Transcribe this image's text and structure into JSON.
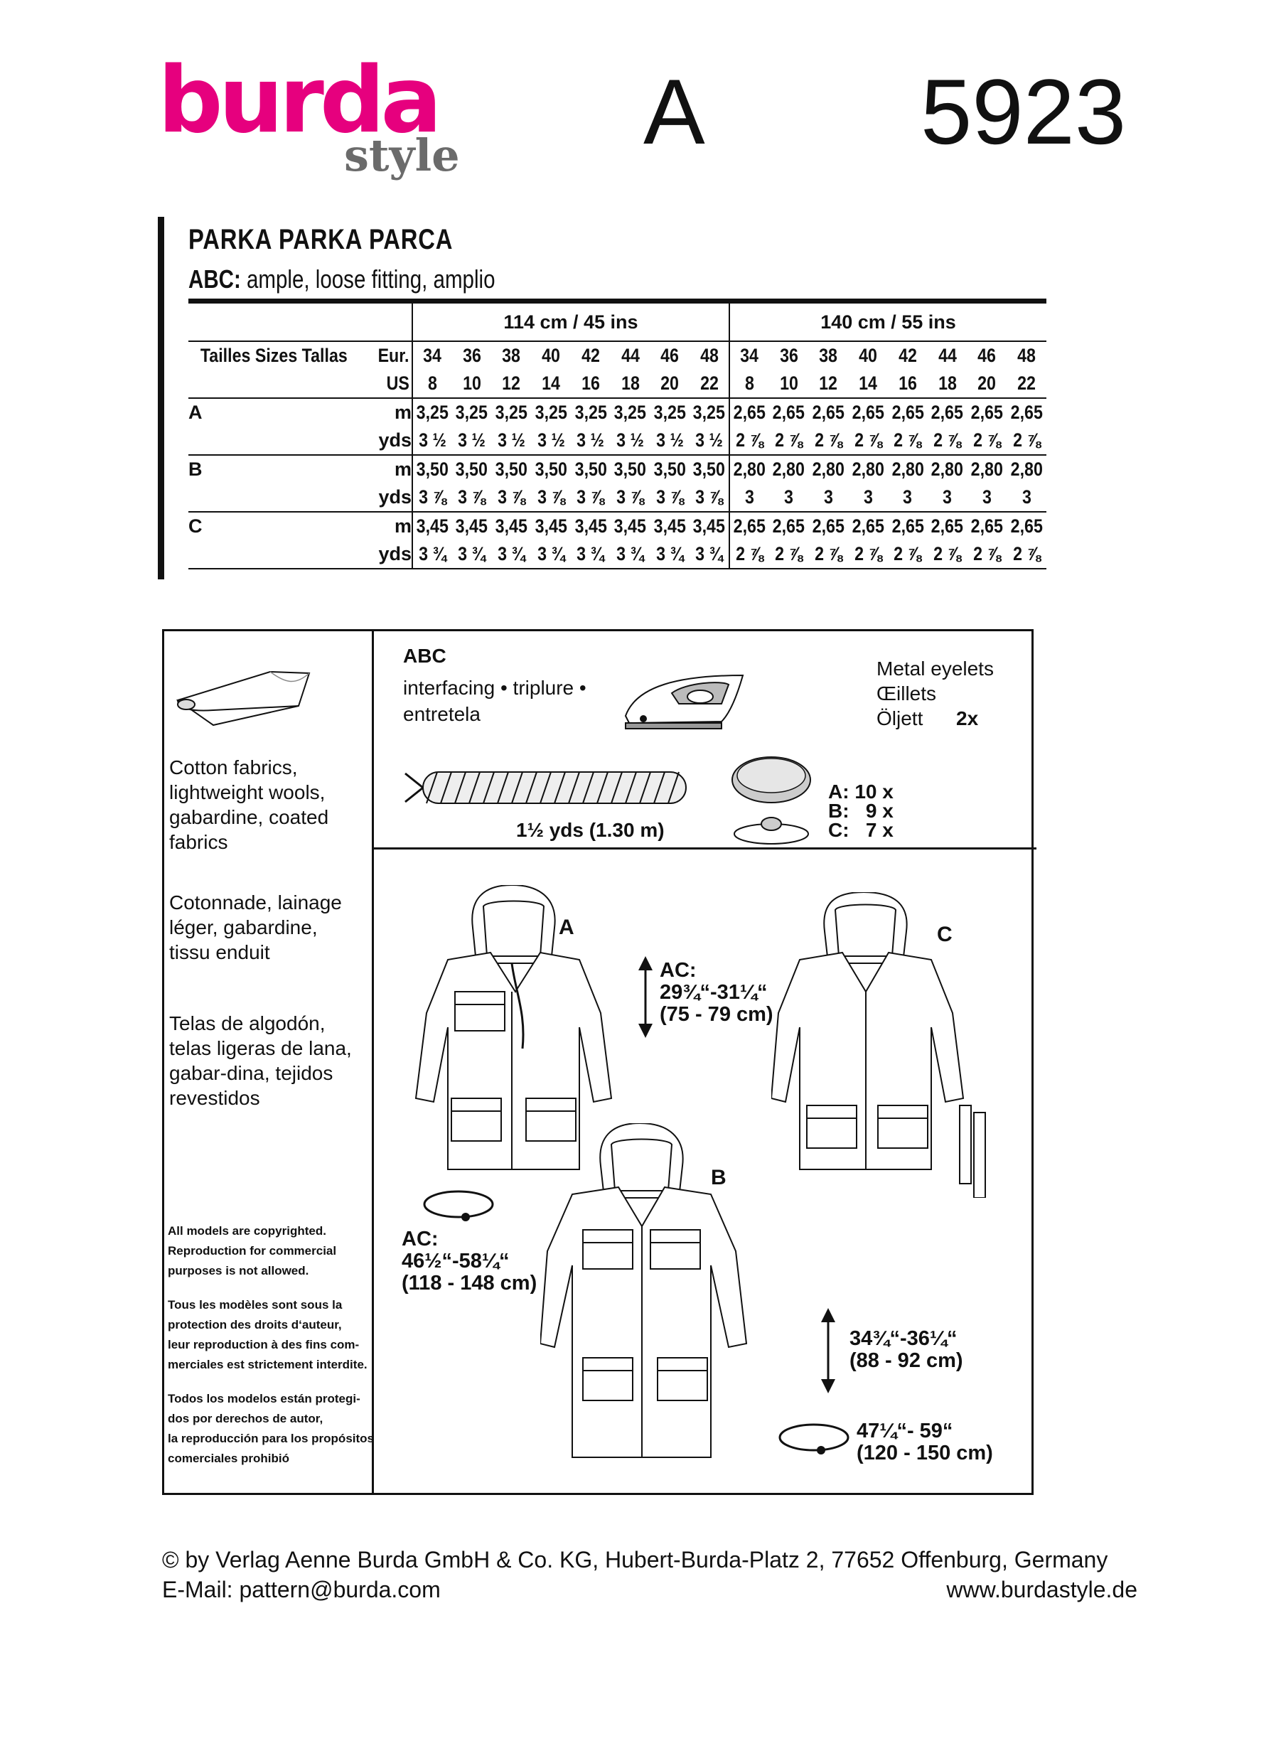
{
  "header": {
    "logo_main": "burda",
    "logo_sub": "style",
    "view_letter": "A",
    "pattern_number": "5923"
  },
  "title": "PARKA  PARKA  PARCA",
  "subtitle_prefix": "ABC:",
  "subtitle_text": " ample, loose fitting, amplio",
  "fabric_table": {
    "widths": [
      "114 cm / 45 ins",
      "140 cm / 55 ins"
    ],
    "sizes_label": "Tailles  Sizes  Tallas",
    "eur_label": "Eur.",
    "us_label": "US",
    "eur_sizes": [
      "34",
      "36",
      "38",
      "40",
      "42",
      "44",
      "46",
      "48",
      "34",
      "36",
      "38",
      "40",
      "42",
      "44",
      "46",
      "48"
    ],
    "us_sizes": [
      "8",
      "10",
      "12",
      "14",
      "16",
      "18",
      "20",
      "22",
      "8",
      "10",
      "12",
      "14",
      "16",
      "18",
      "20",
      "22"
    ],
    "rows": [
      {
        "view": "A",
        "m": [
          "3,25",
          "3,25",
          "3,25",
          "3,25",
          "3,25",
          "3,25",
          "3,25",
          "3,25",
          "2,65",
          "2,65",
          "2,65",
          "2,65",
          "2,65",
          "2,65",
          "2,65",
          "2,65"
        ],
        "yds": [
          "3 ½",
          "3 ½",
          "3 ½",
          "3 ½",
          "3 ½",
          "3 ½",
          "3 ½",
          "3 ½",
          "2 ⅞",
          "2 ⅞",
          "2 ⅞",
          "2 ⅞",
          "2 ⅞",
          "2 ⅞",
          "2 ⅞",
          "2 ⅞"
        ]
      },
      {
        "view": "B",
        "m": [
          "3,50",
          "3,50",
          "3,50",
          "3,50",
          "3,50",
          "3,50",
          "3,50",
          "3,50",
          "2,80",
          "2,80",
          "2,80",
          "2,80",
          "2,80",
          "2,80",
          "2,80",
          "2,80"
        ],
        "yds": [
          "3 ⅞",
          "3 ⅞",
          "3 ⅞",
          "3 ⅞",
          "3 ⅞",
          "3 ⅞",
          "3 ⅞",
          "3 ⅞",
          "3",
          "3",
          "3",
          "3",
          "3",
          "3",
          "3",
          "3"
        ]
      },
      {
        "view": "C",
        "m": [
          "3,45",
          "3,45",
          "3,45",
          "3,45",
          "3,45",
          "3,45",
          "3,45",
          "3,45",
          "2,65",
          "2,65",
          "2,65",
          "2,65",
          "2,65",
          "2,65",
          "2,65",
          "2,65"
        ],
        "yds": [
          "3 ¾",
          "3 ¾",
          "3 ¾",
          "3 ¾",
          "3 ¾",
          "3 ¾",
          "3 ¾",
          "3 ¾",
          "2 ⅞",
          "2 ⅞",
          "2 ⅞",
          "2 ⅞",
          "2 ⅞",
          "2 ⅞",
          "2 ⅞",
          "2 ⅞"
        ]
      }
    ],
    "m_label": "m",
    "yds_label": "yds"
  },
  "fabrics": {
    "en": "Cotton fabrics, lightweight wools, gabardine, coated fabrics",
    "fr": "Cotonnade, lainage léger, gabardine, tissu enduit",
    "es": "Telas de algodón, telas ligeras de lana, gabar-dina, tejidos revestidos"
  },
  "copyright_notices": [
    "All models are copyrighted.",
    "Reproduction for commercial",
    "purposes is not allowed.",
    "Tous les modèles sont sous la",
    "protection des droits d‘auteur,",
    "leur reproduction à des fins com-",
    "merciales est strictement interdite.",
    "Todos los modelos están protegi-",
    "dos por derechos de autor,",
    "la reproducción para los propósitos",
    "comerciales prohibió"
  ],
  "notions": {
    "views": "ABC",
    "interfacing": "interfacing • triplure •",
    "interfacing2": "entretela",
    "eyelets_en": "Metal eyelets",
    "eyelets_fr": "Œillets",
    "eyelets_es": "Öljett",
    "eyelets_qty": "2x",
    "cord": "1½ yds (1.30 m)",
    "snaps": [
      "A: 10 x",
      "B:   9 x",
      "C:   7 x"
    ]
  },
  "views_labels": {
    "a": "A",
    "b": "B",
    "c": "C"
  },
  "measurements": {
    "ac_length_label": "AC:",
    "ac_length_in": "29¾“-31¼“",
    "ac_length_cm": "(75 - 79 cm)",
    "ac_width_label": "AC:",
    "ac_width_in": "46½“-58¼“",
    "ac_width_cm": "(118 - 148 cm)",
    "b_length_in": "34¾“-36¼“",
    "b_length_cm": "(88 - 92 cm)",
    "b_width_in": "47¼“- 59“",
    "b_width_cm": "(120 - 150 cm)"
  },
  "footer": {
    "publisher": "© by Verlag Aenne Burda GmbH & Co. KG, Hubert-Burda-Platz 2, 77652 Offenburg, Germany",
    "email": "E-Mail: pattern@burda.com",
    "website": "www.burdastyle.de"
  },
  "colors": {
    "brand": "#e6007e",
    "logo_sub": "#6b6b6b"
  }
}
